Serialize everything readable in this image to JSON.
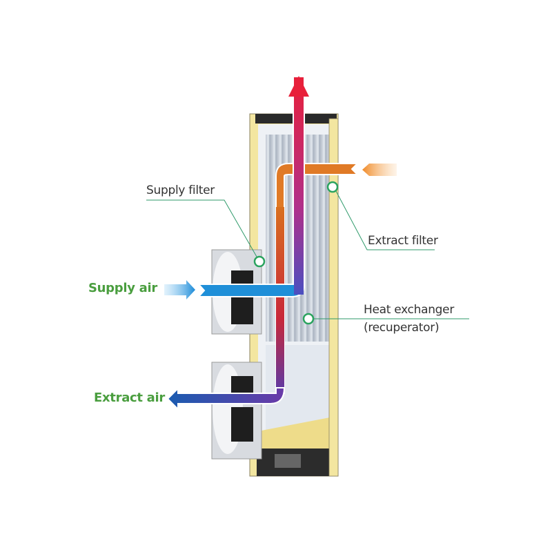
{
  "labels": {
    "supply_filter": "Supply filter",
    "extract_filter": "Extract filter",
    "heat_exchanger": "Heat exchanger",
    "recuperator": "(recuperator)",
    "supply_air": "Supply air",
    "extract_air": "Extract air"
  },
  "colors": {
    "label_green": "#4a9e3f",
    "leader_line": "#2e9a6a",
    "insulation": "#f3e6a0",
    "supply_air": "#1f8fd8",
    "extract_air": "#1c5fb0",
    "exhaust": "#e2233a",
    "extract_in": "#f08a28"
  }
}
